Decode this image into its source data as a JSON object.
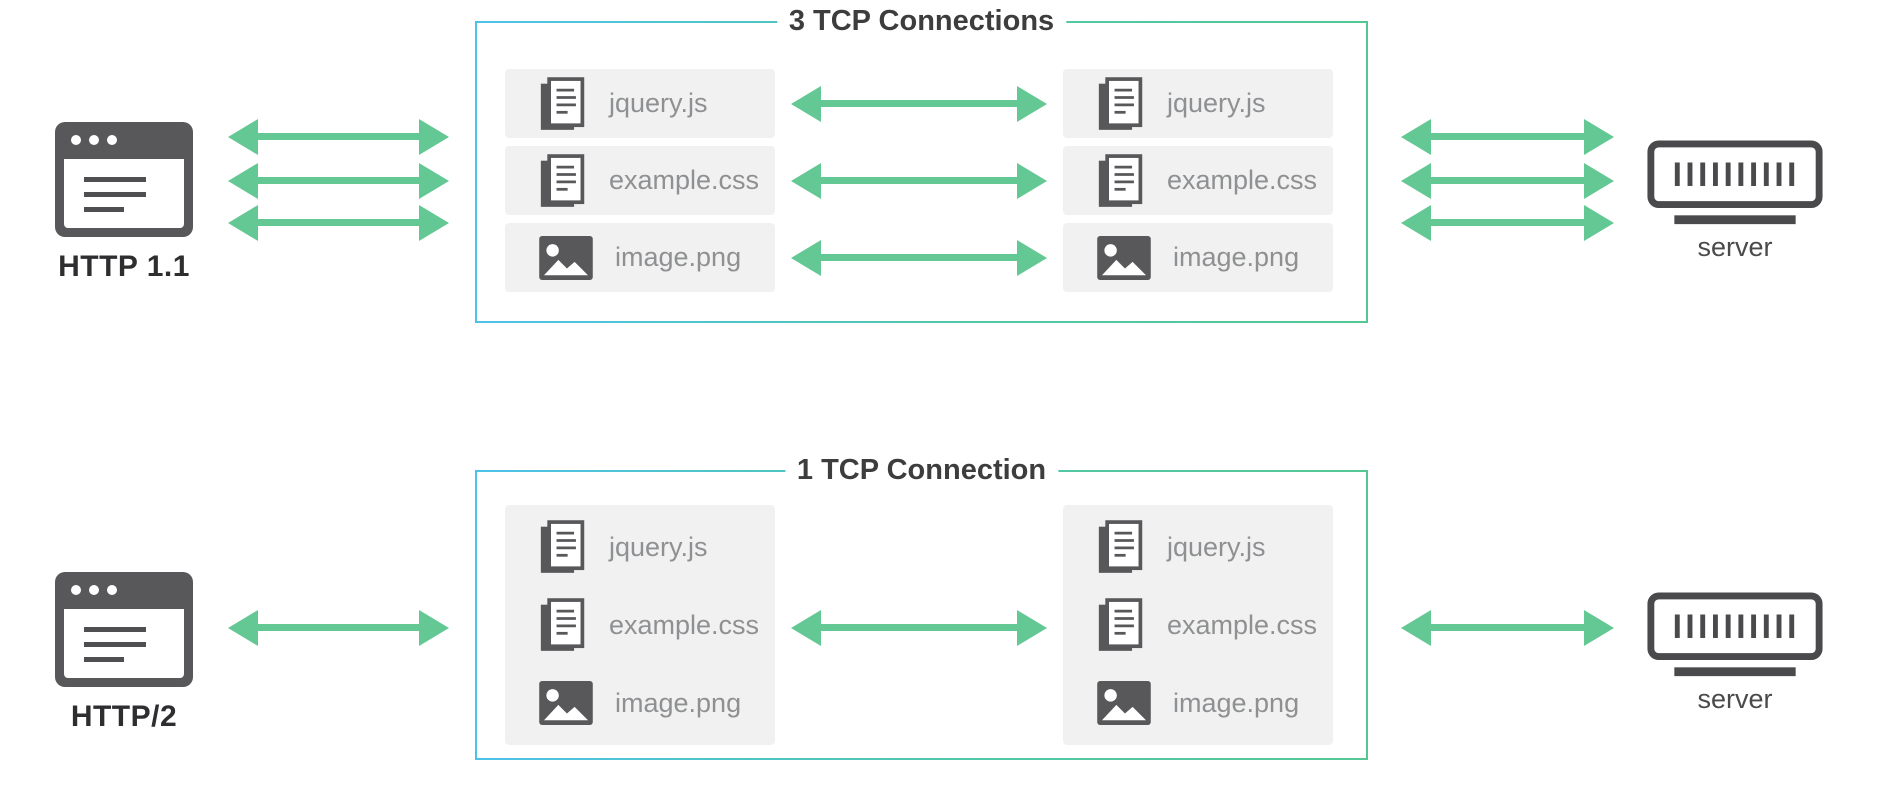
{
  "palette": {
    "arrow_green": "#63C893",
    "box_border_gradient_start": "#4DC2E9",
    "box_border_gradient_end": "#55C794",
    "panel_gray": "#F1F1F2",
    "icon_dark": "#58585B",
    "file_text_gray": "#8F9091",
    "title_dark": "#3D3D3D"
  },
  "icons": {
    "client": "browser-window-icon",
    "server": "server-icon",
    "script_file": "document-icon",
    "image_file": "image-icon"
  },
  "sections": [
    {
      "id": "http11",
      "client_label": "HTTP 1.1",
      "box_title": "3 TCP Connections",
      "connection_count": 3,
      "server_label": "server",
      "files": [
        "jquery.js",
        "example.css",
        "image.png"
      ]
    },
    {
      "id": "http2",
      "client_label": "HTTP/2",
      "box_title": "1 TCP Connection",
      "connection_count": 1,
      "server_label": "server",
      "files": [
        "jquery.js",
        "example.css",
        "image.png"
      ]
    }
  ]
}
